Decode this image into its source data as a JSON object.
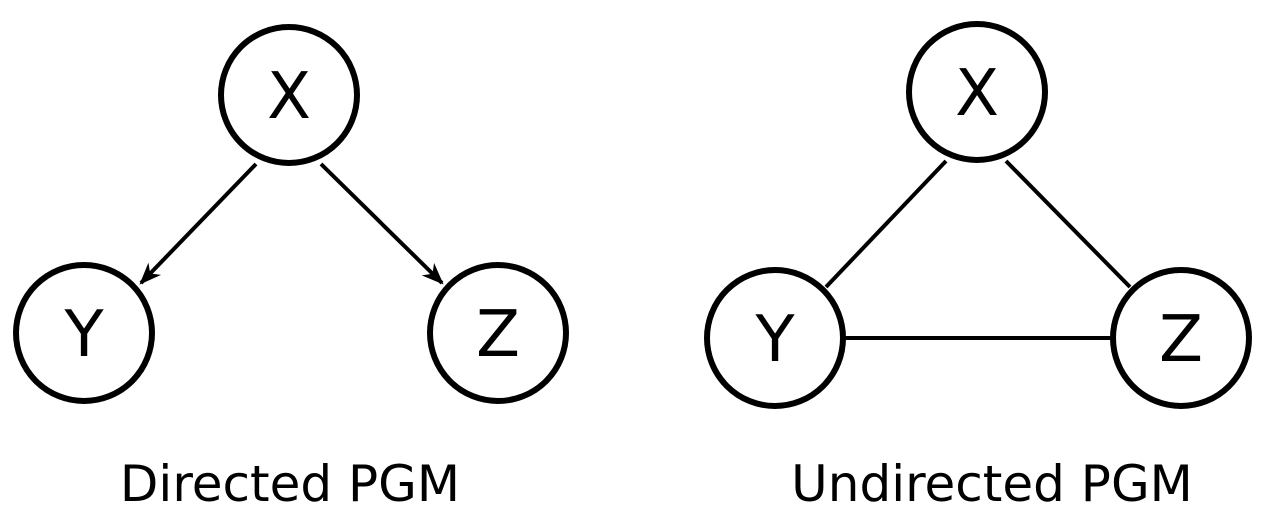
{
  "directed": {
    "caption": "Directed PGM",
    "nodes": {
      "x": "X",
      "y": "Y",
      "z": "Z"
    }
  },
  "undirected": {
    "caption": "Undirected PGM",
    "nodes": {
      "x": "X",
      "y": "Y",
      "z": "Z"
    }
  },
  "colors": {
    "stroke": "#000000",
    "background": "#ffffff"
  }
}
